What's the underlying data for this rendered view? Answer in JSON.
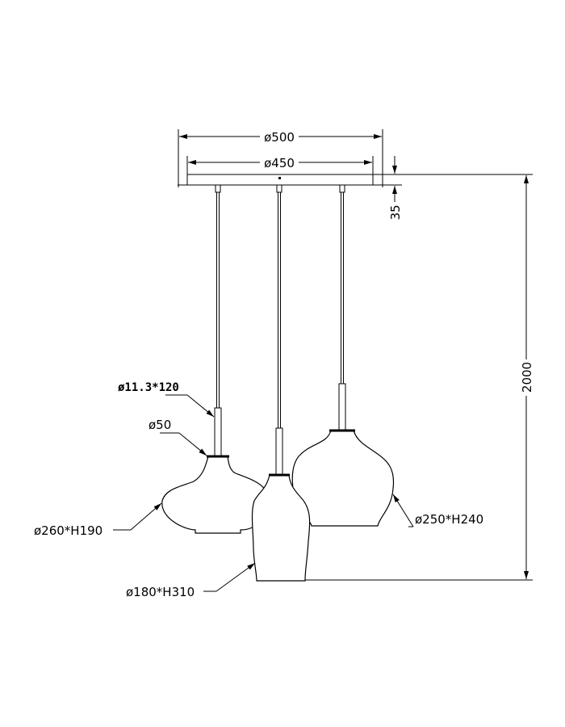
{
  "drawing": {
    "canopy_outer_dim": "ø500",
    "canopy_inner_dim": "ø450",
    "canopy_height_dim": "35",
    "total_height_dim": "2000",
    "tube_dim": "ø11.3*120",
    "cap_dim": "ø50",
    "left_shade_dim": "ø260*H190",
    "middle_shade_dim": "ø180*H310",
    "right_shade_dim": "ø250*H240"
  }
}
